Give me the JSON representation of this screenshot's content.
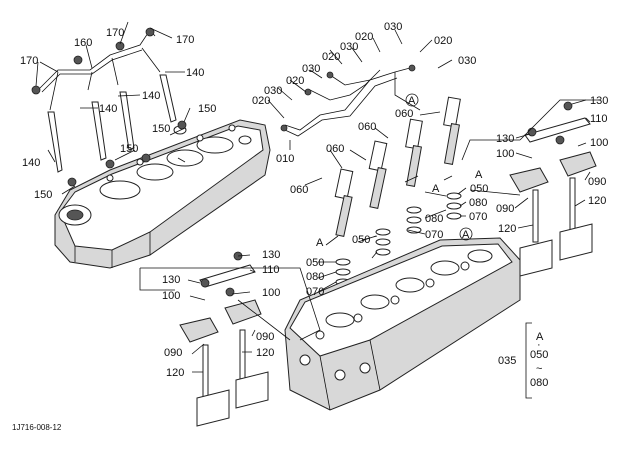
{
  "diagram_code": "1J716-008-12",
  "callouts": {
    "c170a": "170",
    "c170b": "170",
    "c170c": "170",
    "c160": "160",
    "c140a": "140",
    "c140b": "140",
    "c140c": "140",
    "c140d": "140",
    "c150a": "150",
    "c150b": "150",
    "c150c": "150",
    "c150d": "150",
    "c020a": "020",
    "c020b": "020",
    "c020c": "020",
    "c020d": "020",
    "c020e": "020",
    "c030a": "030",
    "c030b": "030",
    "c030c": "030",
    "c030d": "030",
    "c030e": "030",
    "c010": "010",
    "c060a": "060",
    "c060b": "060",
    "c060c": "060",
    "c060d": "060",
    "cA1": "A",
    "cA2": "A",
    "cA3": "A",
    "cA4": "A",
    "cA5": "A",
    "c050a": "050",
    "c050b": "050",
    "c050c": "050",
    "c080a": "080",
    "c080b": "080",
    "c080c": "080",
    "c070a": "070",
    "c070b": "070",
    "c070c": "070",
    "c130a": "130",
    "c130b": "130",
    "c130c": "130",
    "c110a": "110",
    "c110b": "110",
    "c100a": "100",
    "c100b": "100",
    "c100c": "100",
    "c100d": "100",
    "c090a": "090",
    "c090b": "090",
    "c090c": "090",
    "c090d": "090",
    "c120a": "120",
    "c120b": "120",
    "c120c": "120",
    "c120d": "120"
  },
  "legend": {
    "ref": "035",
    "top": "A",
    "dot": "·",
    "mid": "050",
    "tilde": "~",
    "bottom": "080"
  }
}
